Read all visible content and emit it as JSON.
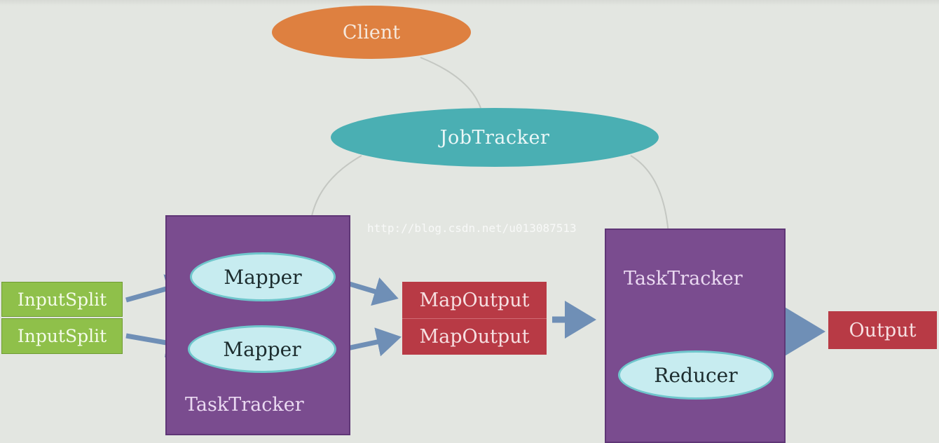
{
  "nodes": {
    "client": "Client",
    "jobtracker": "JobTracker",
    "tasktracker_left": "TaskTracker",
    "tasktracker_right": "TaskTracker",
    "mapper_1": "Mapper",
    "mapper_2": "Mapper",
    "reducer": "Reducer",
    "inputsplit_1": "InputSplit",
    "inputsplit_2": "InputSplit",
    "mapoutput_1": "MapOutput",
    "mapoutput_2": "MapOutput",
    "output": "Output"
  },
  "watermark": "http://blog.csdn.net/u013087513",
  "colors": {
    "background": "#e3e6e1",
    "client": "#de8040",
    "jobtracker": "#4aafb3",
    "tasktracker": "#7a4c8f",
    "mapper_reducer": "#c7ecf0",
    "inputsplit": "#8fc04a",
    "mapoutput_output": "#b83a45",
    "arrow": "#6f8fb6",
    "connector": "#c4c7c2"
  }
}
